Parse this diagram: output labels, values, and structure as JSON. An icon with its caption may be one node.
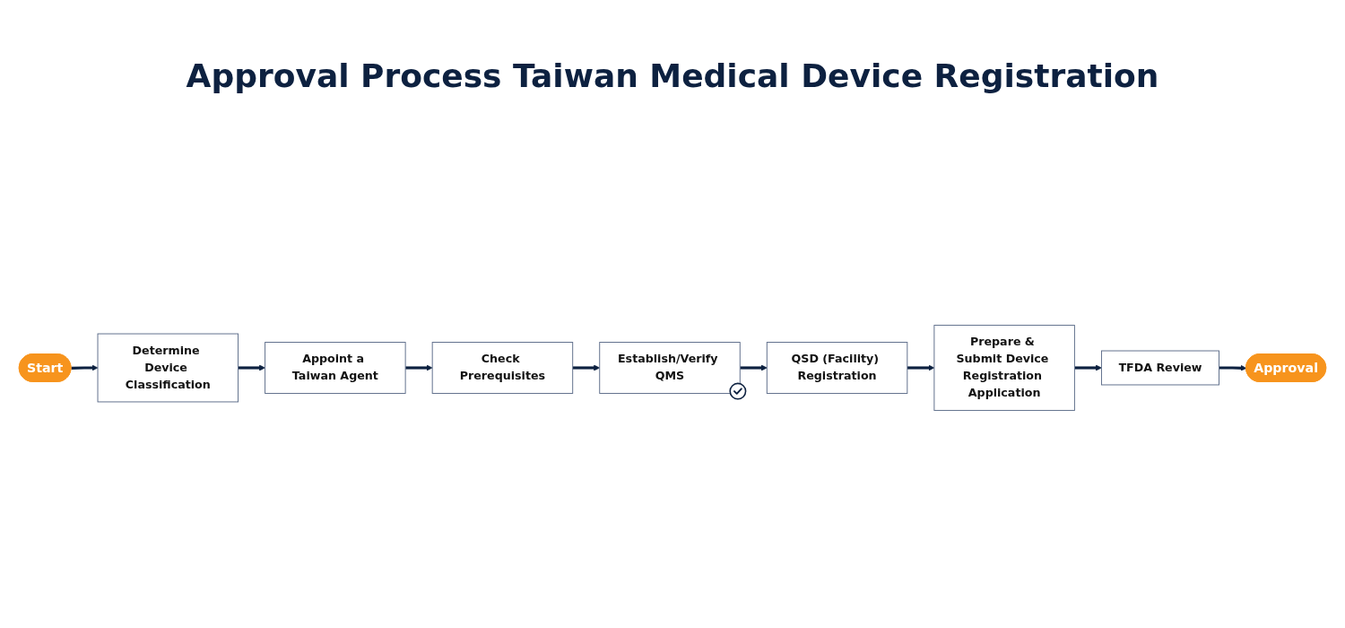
{
  "diagram": {
    "title": "Approval Process Taiwan Medical Device Registration",
    "nodes": [
      {
        "text": [
          "Start"
        ]
      },
      {
        "text": [
          "Determine Device Classification"
        ]
      },
      {
        "text": [
          "Appoint a Taiwan Agent"
        ]
      },
      {
        "text": [
          "Check Prerequisites"
        ]
      },
      {
        "text": [
          "Establish/Verify QMS"
        ]
      },
      {
        "text": [
          "QSD (Facility) Registration"
        ]
      },
      {
        "text": [
          "Prepare & Submit Device Registration Application"
        ]
      },
      {
        "text": [
          "TFDA Review"
        ]
      },
      {
        "text": [
          "Approval"
        ]
      }
    ],
    "edges": [
      {
        "from": 0,
        "to": 1,
        "arrow": "to"
      },
      {
        "from": 1,
        "to": 2,
        "arrow": "to"
      },
      {
        "from": 2,
        "to": 3,
        "arrow": "to"
      },
      {
        "from": 3,
        "to": 4,
        "arrow": "to"
      },
      {
        "from": 4,
        "to": 5,
        "arrow": "to"
      },
      {
        "from": 5,
        "to": 6,
        "arrow": "to"
      },
      {
        "from": 6,
        "to": 7,
        "arrow": "to"
      },
      {
        "from": 7,
        "to": 8,
        "arrow": "to"
      }
    ]
  }
}
